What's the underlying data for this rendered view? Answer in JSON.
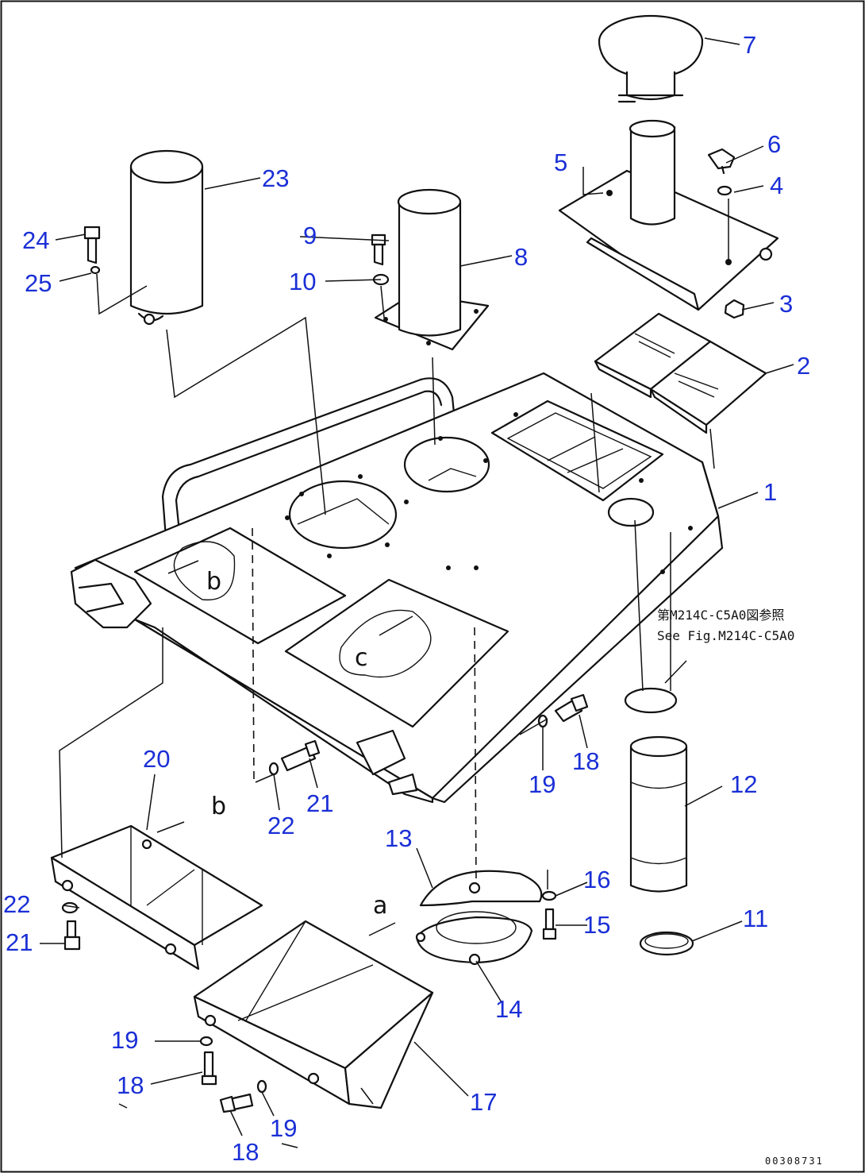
{
  "callouts": [
    {
      "id": "1",
      "text": "1"
    },
    {
      "id": "2",
      "text": "2"
    },
    {
      "id": "3",
      "text": "3"
    },
    {
      "id": "4",
      "text": "4"
    },
    {
      "id": "5",
      "text": "5"
    },
    {
      "id": "6",
      "text": "6"
    },
    {
      "id": "7",
      "text": "7"
    },
    {
      "id": "8",
      "text": "8"
    },
    {
      "id": "9",
      "text": "9"
    },
    {
      "id": "10",
      "text": "10"
    },
    {
      "id": "11",
      "text": "11"
    },
    {
      "id": "12",
      "text": "12"
    },
    {
      "id": "13",
      "text": "13"
    },
    {
      "id": "14",
      "text": "14"
    },
    {
      "id": "15",
      "text": "15"
    },
    {
      "id": "16",
      "text": "16"
    },
    {
      "id": "17",
      "text": "17"
    },
    {
      "id": "18a",
      "text": "18"
    },
    {
      "id": "18b",
      "text": "18"
    },
    {
      "id": "18c",
      "text": "18"
    },
    {
      "id": "19a",
      "text": "19"
    },
    {
      "id": "19b",
      "text": "19"
    },
    {
      "id": "19c",
      "text": "19"
    },
    {
      "id": "20",
      "text": "20"
    },
    {
      "id": "21a",
      "text": "21"
    },
    {
      "id": "21b",
      "text": "21"
    },
    {
      "id": "22a",
      "text": "22"
    },
    {
      "id": "22b",
      "text": "22"
    },
    {
      "id": "23",
      "text": "23"
    },
    {
      "id": "24",
      "text": "24"
    },
    {
      "id": "25",
      "text": "25"
    }
  ],
  "view_letters": {
    "a": "a",
    "b": "b",
    "c": "c"
  },
  "reference_note": {
    "line1": "第M214C-C5A0図参照",
    "line2": "See Fig.M214C-C5A0"
  },
  "drawing_code": "00308731",
  "colors": {
    "callout": "#1a2fd6",
    "line": "#111111",
    "background": "#ffffff"
  }
}
